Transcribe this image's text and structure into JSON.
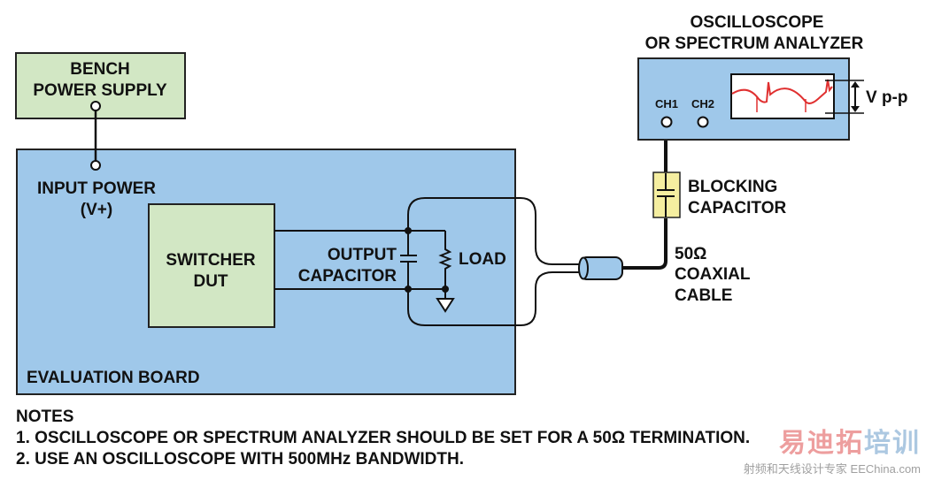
{
  "colors": {
    "board_blue": "#9fc8ea",
    "green_box": "#d2e7c4",
    "yellow_cap": "#f5eea0",
    "trace_red": "#e03030",
    "line": "#111111"
  },
  "bench": {
    "line1": "BENCH",
    "line2": "POWER SUPPLY"
  },
  "board": {
    "input_power": "INPUT POWER",
    "input_vplus": "(V+)",
    "label": "EVALUATION BOARD"
  },
  "dut": {
    "line1": "SWITCHER",
    "line2": "DUT"
  },
  "output_cap": {
    "line1": "OUTPUT",
    "line2": "CAPACITOR"
  },
  "load": "LOAD",
  "scope": {
    "title1": "OSCILLOSCOPE",
    "title2": "OR SPECTRUM ANALYZER",
    "ch1": "CH1",
    "ch2": "CH2",
    "vpp": "V p-p"
  },
  "blocking_cap": {
    "line1": "BLOCKING",
    "line2": "CAPACITOR"
  },
  "coax": {
    "line1": "50Ω",
    "line2": "COAXIAL",
    "line3": "CABLE"
  },
  "notes": {
    "title": "NOTES",
    "items": [
      "1. OSCILLOSCOPE OR SPECTRUM ANALYZER SHOULD BE SET FOR A 50Ω TERMINATION.",
      "2. USE AN OSCILLOSCOPE WITH 500MHz BANDWIDTH."
    ]
  },
  "watermark": {
    "cn_red": "易迪拓",
    "cn_blue": "培训",
    "line2": "射频和天线设计专家  EEChina.com"
  }
}
